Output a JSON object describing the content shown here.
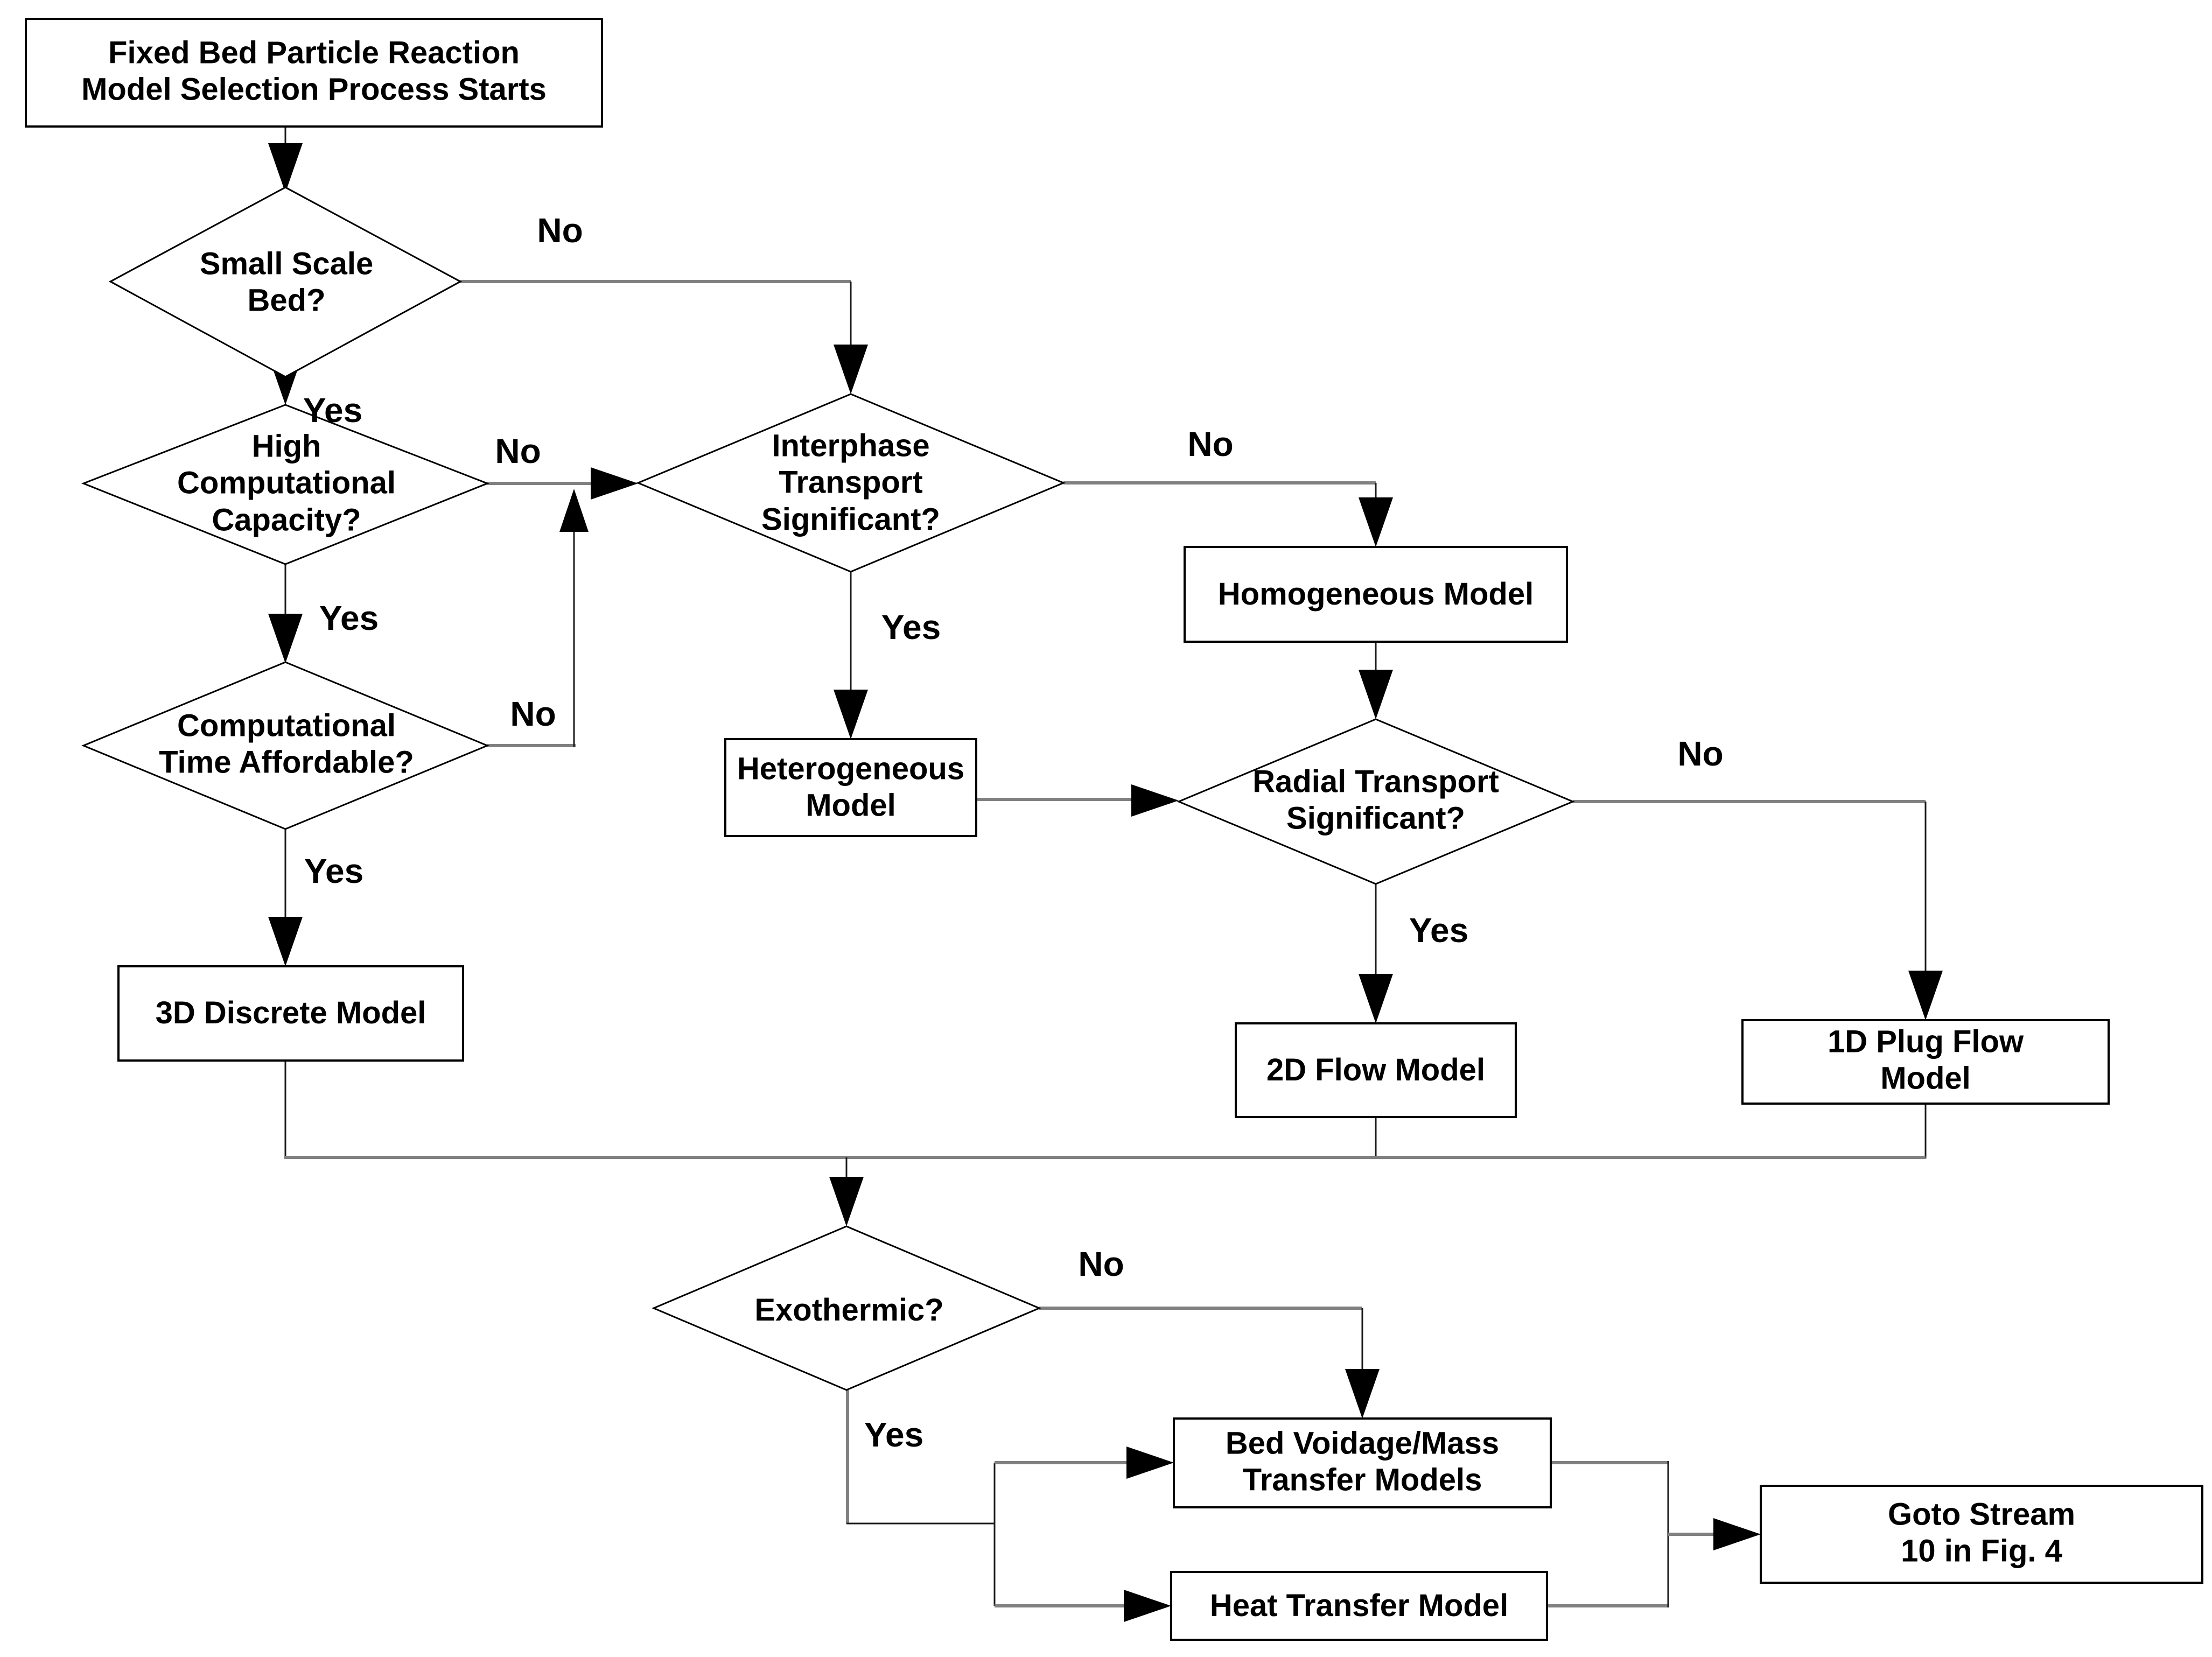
{
  "diagram_type": "flowchart",
  "nodes": {
    "start": "Fixed Bed Particle Reaction\nModel Selection Process Starts",
    "small_scale": "Small Scale\nBed?",
    "high_comp": "High\nComputational\nCapacity?",
    "comp_time": "Computational\nTime Affordable?",
    "discrete_3d": "3D Discrete Model",
    "interphase": "Interphase\nTransport\nSignificant?",
    "homogeneous": "Homogeneous Model",
    "heterogeneous": "Heterogeneous\nModel",
    "radial": "Radial Transport\nSignificant?",
    "flow_2d": "2D Flow Model",
    "plug_flow_1d": "1D Plug Flow Model",
    "exothermic": "Exothermic?",
    "bed_voidage": "Bed Voidage/Mass\nTransfer Models",
    "heat_transfer": "Heat Transfer Model",
    "goto_stream": "Goto Stream 10 in Fig. 4"
  },
  "labels": {
    "small_scale_yes": "Yes",
    "small_scale_no": "No",
    "high_comp_yes": "Yes",
    "high_comp_no": "No",
    "comp_time_yes": "Yes",
    "comp_time_no": "No",
    "interphase_yes": "Yes",
    "interphase_no": "No",
    "radial_yes": "Yes",
    "radial_no": "No",
    "exothermic_yes": "Yes",
    "exothermic_no": "No"
  },
  "colors": {
    "background": "#ffffff",
    "shape_outline": "#000000",
    "connector_gray": "#808080",
    "connector_dark": "#1a1a1a",
    "arrow_fill": "#000000",
    "text": "#000000"
  }
}
